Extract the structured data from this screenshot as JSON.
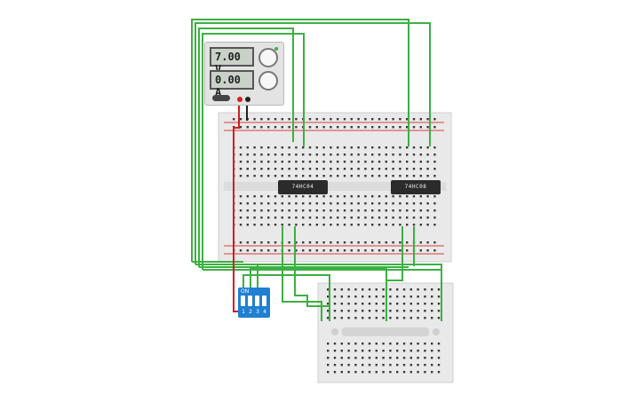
{
  "power_supply": {
    "voltage_display": "7.00 V",
    "current_display": "0.00 A"
  },
  "chips": [
    {
      "label": "74HC04"
    },
    {
      "label": "74HC08"
    }
  ],
  "dip_switch": {
    "on_label": "ON",
    "switch_numbers": [
      "1",
      "2",
      "3",
      "4"
    ]
  },
  "colors": {
    "wire_green": "#3cb043",
    "wire_red": "#d11f1f",
    "wire_black": "#222222",
    "breadboard": "#e9e9e9",
    "rail_red": "#d84040",
    "dip_blue": "#1f7fd1"
  },
  "icons": [
    "voltage-knob-icon",
    "current-knob-icon",
    "power-switch-icon"
  ]
}
